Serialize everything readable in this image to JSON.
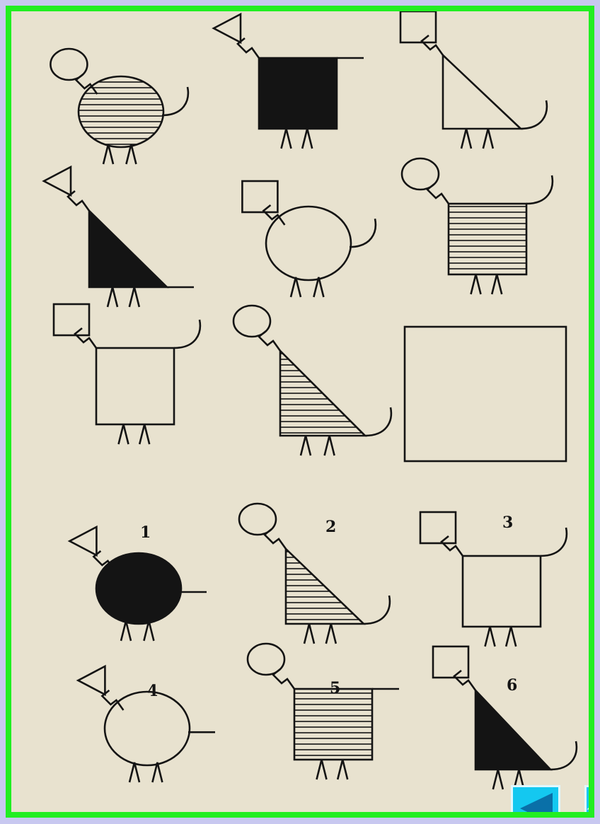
{
  "page": {
    "colors": {
      "frame": "#22ee22",
      "paper": "#e8e2cf",
      "ink": "#141414",
      "nav_button": "#14c8f0",
      "nav_arrow": "#0a70a8"
    }
  },
  "figures": [
    {
      "id": "figure-1",
      "head": "circle",
      "body": "oval",
      "fill": "striped",
      "tail": "curved-up"
    },
    {
      "id": "figure-2",
      "head": "triangle",
      "body": "square",
      "fill": "black",
      "tail": "straight"
    },
    {
      "id": "figure-3",
      "head": "square",
      "body": "right-triangle",
      "fill": "empty",
      "tail": "curved-up"
    },
    {
      "id": "figure-4",
      "head": "triangle",
      "body": "right-triangle",
      "fill": "black",
      "tail": "straight"
    },
    {
      "id": "figure-5",
      "head": "square",
      "body": "oval",
      "fill": "empty",
      "tail": "curved-up"
    },
    {
      "id": "figure-6",
      "head": "circle",
      "body": "square",
      "fill": "striped",
      "tail": "curved-up"
    },
    {
      "id": "figure-7",
      "head": "square",
      "body": "square",
      "fill": "empty",
      "tail": "curved-up"
    },
    {
      "id": "figure-8",
      "head": "circle",
      "body": "right-triangle",
      "fill": "striped",
      "tail": "curved-up"
    }
  ],
  "empty_box": {
    "id": "missing-figure-box"
  },
  "options": [
    {
      "label": "1",
      "head": "triangle",
      "body": "oval",
      "fill": "black",
      "tail": "straight"
    },
    {
      "label": "2",
      "head": "circle",
      "body": "right-triangle",
      "fill": "striped",
      "tail": "curved-up"
    },
    {
      "label": "3",
      "head": "square",
      "body": "square",
      "fill": "empty",
      "tail": "curved-up"
    },
    {
      "label": "4",
      "head": "triangle",
      "body": "oval",
      "fill": "empty",
      "tail": "straight"
    },
    {
      "label": "5",
      "head": "circle",
      "body": "square",
      "fill": "striped",
      "tail": "straight"
    },
    {
      "label": "6",
      "head": "square",
      "body": "right-triangle",
      "fill": "black",
      "tail": "curved-up"
    }
  ],
  "nav": {
    "back_icon": "left-triangle-arrow-icon",
    "home_icon": "house-icon"
  }
}
